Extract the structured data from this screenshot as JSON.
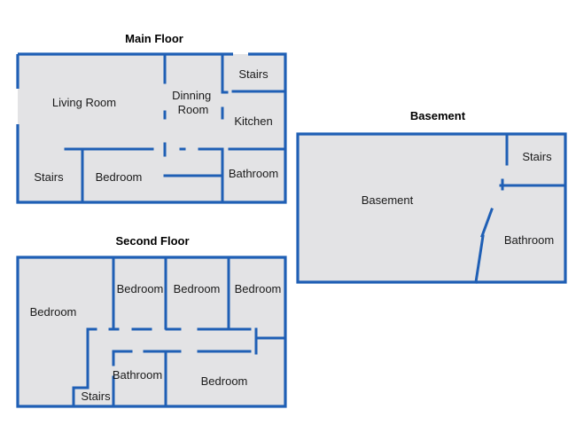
{
  "floors": {
    "main": {
      "title": "Main Floor",
      "rooms": {
        "living_room": "Living Room",
        "dining_room": "Dinning\nRoom",
        "stairs_top": "Stairs",
        "kitchen": "Kitchen",
        "stairs_left": "Stairs",
        "bedroom": "Bedroom",
        "bathroom": "Bathroom"
      }
    },
    "second": {
      "title": "Second Floor",
      "rooms": {
        "bedroom_left": "Bedroom",
        "bedroom_1": "Bedroom",
        "bedroom_2": "Bedroom",
        "bedroom_3": "Bedroom",
        "bathroom": "Bathroom",
        "bedroom_bottom": "Bedroom",
        "stairs": "Stairs"
      }
    },
    "basement": {
      "title": "Basement",
      "rooms": {
        "basement": "Basement",
        "stairs": "Stairs",
        "bathroom": "Bathroom"
      }
    }
  },
  "colors": {
    "wall": "#1f5fb5",
    "floor_fill": "#e3e3e5",
    "background": "#ffffff"
  }
}
